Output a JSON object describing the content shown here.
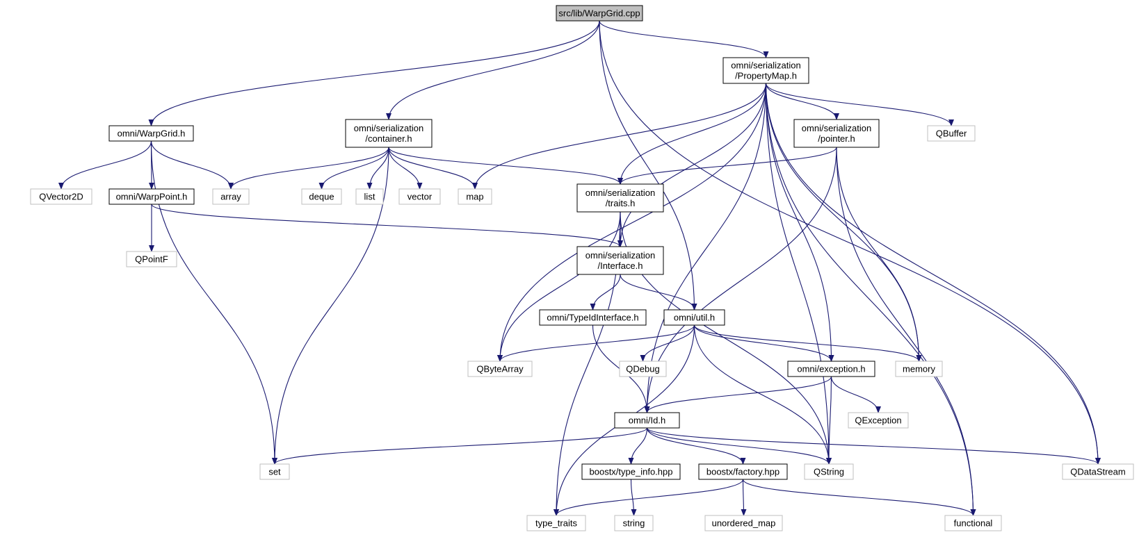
{
  "colors": {
    "edge": "#191970",
    "root_fill": "#bfbfbf",
    "local_border": "#000000",
    "system_border": "#bfbfbf"
  },
  "nodes": [
    {
      "id": "root",
      "kind": "root",
      "lines": [
        "src/lib/WarpGrid.cpp"
      ]
    },
    {
      "id": "propertymap",
      "kind": "local",
      "lines": [
        "omni/serialization",
        "/PropertyMap.h"
      ]
    },
    {
      "id": "warpgrid",
      "kind": "local",
      "lines": [
        "omni/WarpGrid.h"
      ]
    },
    {
      "id": "container",
      "kind": "local",
      "lines": [
        "omni/serialization",
        "/container.h"
      ]
    },
    {
      "id": "pointer",
      "kind": "local",
      "lines": [
        "omni/serialization",
        "/pointer.h"
      ]
    },
    {
      "id": "qbuffer",
      "kind": "system",
      "lines": [
        "QBuffer"
      ]
    },
    {
      "id": "qvector2d",
      "kind": "system",
      "lines": [
        "QVector2D"
      ]
    },
    {
      "id": "warppoint",
      "kind": "local",
      "lines": [
        "omni/WarpPoint.h"
      ]
    },
    {
      "id": "array",
      "kind": "system",
      "lines": [
        "array"
      ]
    },
    {
      "id": "deque",
      "kind": "system",
      "lines": [
        "deque"
      ]
    },
    {
      "id": "list",
      "kind": "system",
      "lines": [
        "list"
      ]
    },
    {
      "id": "vector",
      "kind": "system",
      "lines": [
        "vector"
      ]
    },
    {
      "id": "map",
      "kind": "system",
      "lines": [
        "map"
      ]
    },
    {
      "id": "traits",
      "kind": "local",
      "lines": [
        "omni/serialization",
        "/traits.h"
      ]
    },
    {
      "id": "qpointf",
      "kind": "system",
      "lines": [
        "QPointF"
      ]
    },
    {
      "id": "interface",
      "kind": "local",
      "lines": [
        "omni/serialization",
        "/Interface.h"
      ]
    },
    {
      "id": "typeidinterface",
      "kind": "local",
      "lines": [
        "omni/TypeIdInterface.h"
      ]
    },
    {
      "id": "util",
      "kind": "local",
      "lines": [
        "omni/util.h"
      ]
    },
    {
      "id": "qbytearray",
      "kind": "system",
      "lines": [
        "QByteArray"
      ]
    },
    {
      "id": "qdebug",
      "kind": "system",
      "lines": [
        "QDebug"
      ]
    },
    {
      "id": "exception",
      "kind": "local",
      "lines": [
        "omni/exception.h"
      ]
    },
    {
      "id": "memory",
      "kind": "system",
      "lines": [
        "memory"
      ]
    },
    {
      "id": "qexception",
      "kind": "system",
      "lines": [
        "QException"
      ]
    },
    {
      "id": "id",
      "kind": "local",
      "lines": [
        "omni/Id.h"
      ]
    },
    {
      "id": "set",
      "kind": "system",
      "lines": [
        "set"
      ]
    },
    {
      "id": "qstring",
      "kind": "system",
      "lines": [
        "QString"
      ]
    },
    {
      "id": "qdatastream",
      "kind": "system",
      "lines": [
        "QDataStream"
      ]
    },
    {
      "id": "typeinfo",
      "kind": "local",
      "lines": [
        "boostx/type_info.hpp"
      ]
    },
    {
      "id": "factory",
      "kind": "local",
      "lines": [
        "boostx/factory.hpp"
      ]
    },
    {
      "id": "string",
      "kind": "system",
      "lines": [
        "string"
      ]
    },
    {
      "id": "unorderedmap",
      "kind": "system",
      "lines": [
        "unordered_map"
      ]
    },
    {
      "id": "typetraits",
      "kind": "system",
      "lines": [
        "type_traits"
      ]
    },
    {
      "id": "functional",
      "kind": "system",
      "lines": [
        "functional"
      ]
    }
  ],
  "edges": [
    [
      "root",
      "warpgrid"
    ],
    [
      "root",
      "container"
    ],
    [
      "root",
      "util"
    ],
    [
      "root",
      "propertymap"
    ],
    [
      "root",
      "qdatastream"
    ],
    [
      "warpgrid",
      "set"
    ],
    [
      "warpgrid",
      "qvector2d"
    ],
    [
      "warpgrid",
      "warppoint"
    ],
    [
      "warpgrid",
      "array"
    ],
    [
      "warppoint",
      "qpointf"
    ],
    [
      "warppoint",
      "interface"
    ],
    [
      "container",
      "array"
    ],
    [
      "container",
      "set"
    ],
    [
      "container",
      "deque"
    ],
    [
      "container",
      "list"
    ],
    [
      "container",
      "vector"
    ],
    [
      "container",
      "map"
    ],
    [
      "container",
      "traits"
    ],
    [
      "propertymap",
      "map"
    ],
    [
      "propertymap",
      "qbytearray"
    ],
    [
      "propertymap",
      "id"
    ],
    [
      "propertymap",
      "traits"
    ],
    [
      "propertymap",
      "interface"
    ],
    [
      "propertymap",
      "exception"
    ],
    [
      "propertymap",
      "pointer"
    ],
    [
      "propertymap",
      "qbuffer"
    ],
    [
      "propertymap",
      "memory"
    ],
    [
      "propertymap",
      "qstring"
    ],
    [
      "propertymap",
      "functional"
    ],
    [
      "propertymap",
      "qdatastream"
    ],
    [
      "pointer",
      "traits"
    ],
    [
      "pointer",
      "id"
    ],
    [
      "pointer",
      "memory"
    ],
    [
      "pointer",
      "functional"
    ],
    [
      "traits",
      "typetraits"
    ],
    [
      "traits",
      "qbytearray"
    ],
    [
      "traits",
      "interface"
    ],
    [
      "traits",
      "qstring"
    ],
    [
      "interface",
      "typeidinterface"
    ],
    [
      "interface",
      "util"
    ],
    [
      "typeidinterface",
      "id"
    ],
    [
      "util",
      "qbytearray"
    ],
    [
      "util",
      "qdebug"
    ],
    [
      "util",
      "typetraits"
    ],
    [
      "util",
      "qstring"
    ],
    [
      "util",
      "exception"
    ],
    [
      "util",
      "memory"
    ],
    [
      "exception",
      "id"
    ],
    [
      "exception",
      "qstring"
    ],
    [
      "exception",
      "qexception"
    ],
    [
      "id",
      "set"
    ],
    [
      "id",
      "typeinfo"
    ],
    [
      "id",
      "factory"
    ],
    [
      "id",
      "qstring"
    ],
    [
      "id",
      "qdatastream"
    ],
    [
      "typeinfo",
      "string"
    ],
    [
      "factory",
      "typetraits"
    ],
    [
      "factory",
      "unorderedmap"
    ],
    [
      "factory",
      "functional"
    ]
  ]
}
